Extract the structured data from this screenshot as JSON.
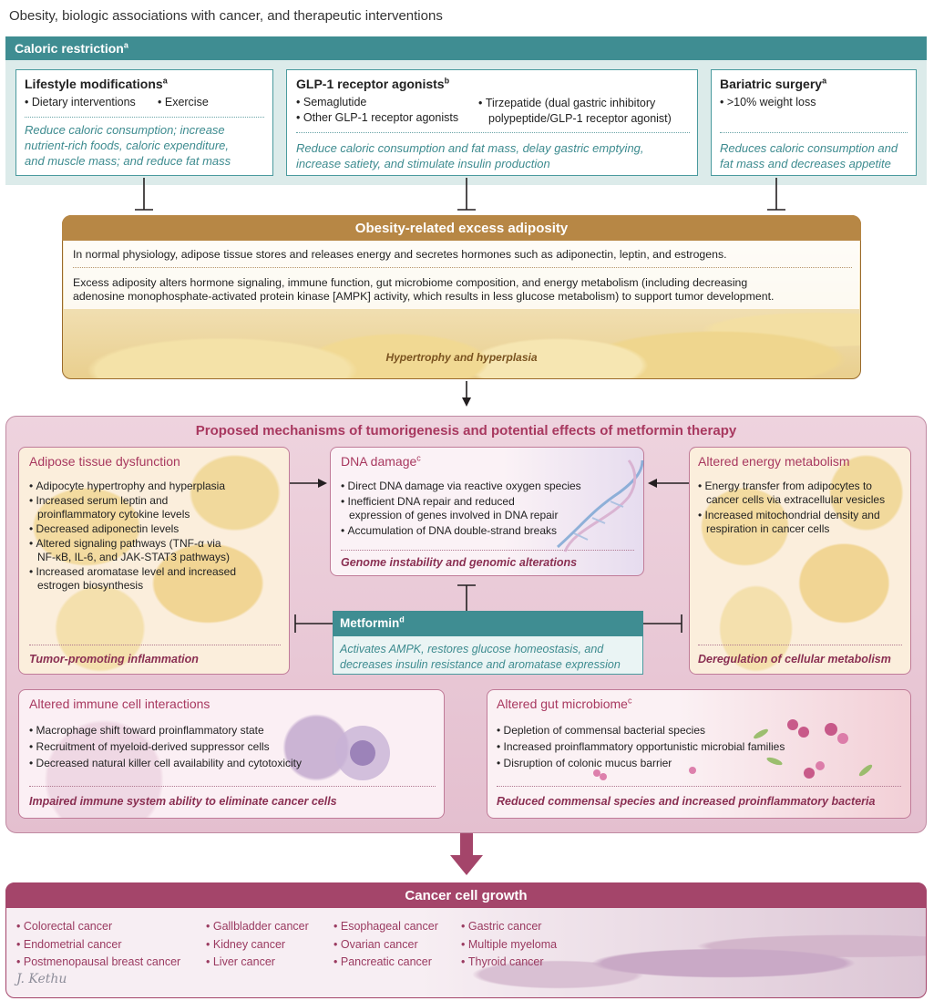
{
  "title": "Obesity, biologic associations with cancer, and therapeutic interventions",
  "caloric_restriction": {
    "label": "Caloric restriction",
    "sup": "a",
    "lifestyle": {
      "title": "Lifestyle modifications",
      "sup": "a",
      "items": [
        "Dietary interventions",
        "Exercise"
      ],
      "description": [
        "Reduce caloric consumption; increase",
        "nutrient-rich foods, caloric expenditure,",
        "and muscle mass; and reduce fat mass"
      ]
    },
    "glp1": {
      "title": "GLP-1 receptor agonists",
      "sup": "b",
      "items": [
        "Semaglutide",
        "Other GLP-1 receptor agonists"
      ],
      "tirzepatide": [
        "Tirzepatide (dual gastric inhibitory",
        "polypeptide/GLP-1 receptor agonist)"
      ],
      "description": [
        "Reduce caloric consumption and fat mass, delay gastric emptying,",
        "increase satiety, and stimulate insulin production"
      ]
    },
    "bariatric": {
      "title": "Bariatric surgery",
      "sup": "a",
      "items": [
        ">10% weight loss"
      ],
      "description": [
        "Reduces caloric consumption and",
        "fat mass and decreases appetite"
      ]
    }
  },
  "adiposity": {
    "title": "Obesity-related excess adiposity",
    "line1": "In normal physiology, adipose tissue stores and releases energy and secretes hormones such as adiponectin, leptin, and estrogens.",
    "line2": "Excess adiposity alters hormone signaling, immune function, gut microbiome composition, and energy metabolism (including decreasing",
    "line3": "adenosine monophosphate-activated protein kinase [AMPK] activity, which results in less glucose metabolism) to support tumor development.",
    "caption": "Hypertrophy and hyperplasia"
  },
  "mechanisms": {
    "title": "Proposed mechanisms of tumorigenesis and potential effects of metformin therapy",
    "adipose_dysfunction": {
      "title": "Adipose tissue dysfunction",
      "items": [
        [
          "Adipocyte hypertrophy and hyperplasia"
        ],
        [
          "Increased serum leptin and",
          "proinflammatory cytokine levels"
        ],
        [
          "Decreased adiponectin levels"
        ],
        [
          "Altered signaling pathways (TNF-α via",
          "NF-κB, IL-6, and JAK-STAT3 pathways)"
        ],
        [
          "Increased aromatase level and increased",
          "estrogen biosynthesis"
        ]
      ],
      "caption": "Tumor-promoting inflammation"
    },
    "dna_damage": {
      "title": "DNA damage",
      "sup": "c",
      "items": [
        [
          "Direct DNA damage via reactive oxygen species"
        ],
        [
          "Inefficient DNA repair and reduced",
          "expression of genes involved in DNA repair"
        ],
        [
          "Accumulation of DNA double-strand breaks"
        ]
      ],
      "caption": "Genome instability and genomic alterations"
    },
    "energy_metabolism": {
      "title": "Altered energy metabolism",
      "items": [
        [
          "Energy transfer from adipocytes to",
          "cancer cells via extracellular vesicles"
        ],
        [
          "Increased mitochondrial density and",
          "respiration in cancer cells"
        ]
      ],
      "caption": "Deregulation of cellular metabolism"
    },
    "metformin": {
      "title": "Metformin",
      "sup": "d",
      "description": [
        "Activates AMPK, restores glucose homeostasis, and",
        "decreases insulin resistance and aromatase expression"
      ]
    },
    "immune": {
      "title": "Altered immune cell interactions",
      "items": [
        [
          "Macrophage shift toward proinflammatory state"
        ],
        [
          "Recruitment of myeloid-derived suppressor cells"
        ],
        [
          "Decreased natural killer cell availability and cytotoxicity"
        ]
      ],
      "caption": "Impaired immune system ability to eliminate cancer cells"
    },
    "gut": {
      "title": "Altered gut microbiome",
      "sup": "c",
      "items": [
        [
          "Depletion of commensal bacterial species"
        ],
        [
          "Increased proinflammatory opportunistic microbial families"
        ],
        [
          "Disruption of colonic mucus barrier"
        ]
      ],
      "caption": "Reduced commensal species and increased proinflammatory bacteria"
    }
  },
  "cancer_growth": {
    "title": "Cancer cell growth",
    "columns": [
      [
        "Colorectal cancer",
        "Endometrial cancer",
        "Postmenopausal breast cancer"
      ],
      [
        "Gallbladder cancer",
        "Kidney cancer",
        "Liver cancer"
      ],
      [
        "Esophageal cancer",
        "Ovarian cancer",
        "Pancreatic cancer"
      ],
      [
        "Gastric cancer",
        "Multiple myeloma",
        "Thyroid cancer"
      ]
    ],
    "signature": "J. Kethu"
  },
  "colors": {
    "teal": "#3f8d92",
    "brown": "#b78745",
    "magenta": "#a8385f",
    "arrow": "#231f20"
  }
}
